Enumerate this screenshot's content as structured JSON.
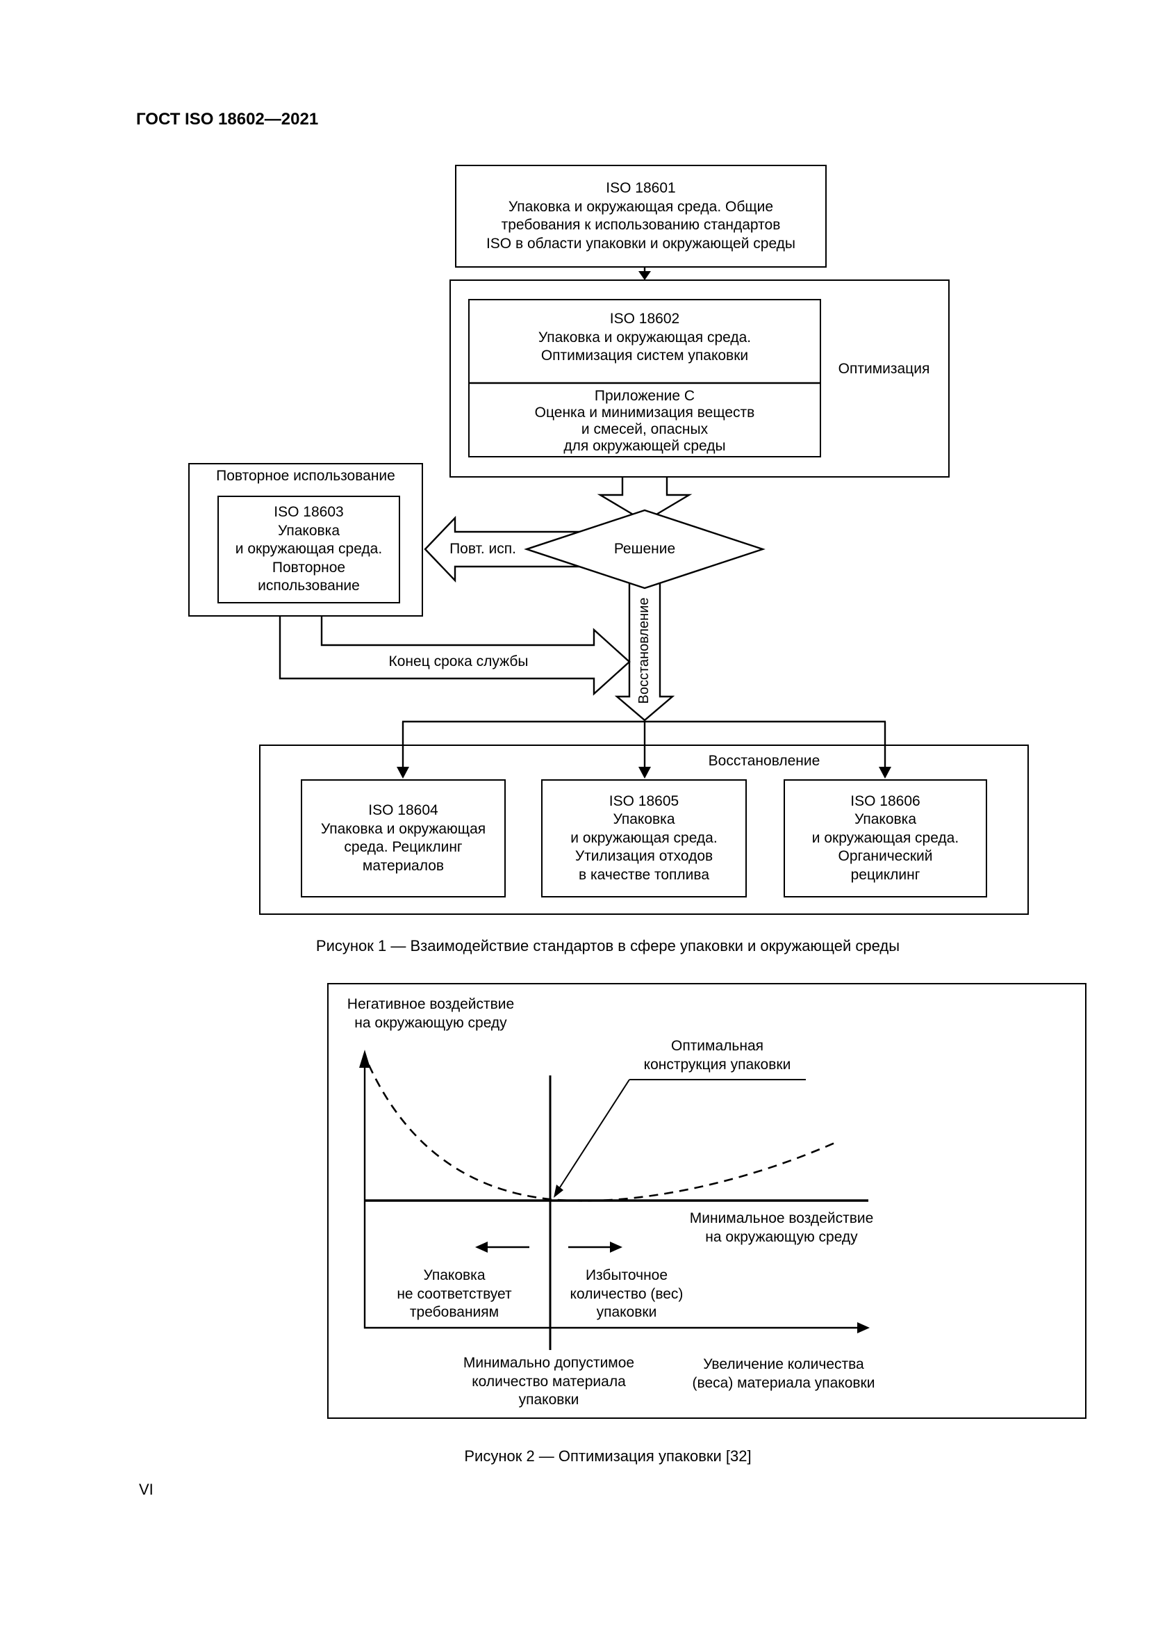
{
  "page": {
    "header": "ГОСТ ISO 18602—2021",
    "page_number": "VI"
  },
  "figure1": {
    "caption": "Рисунок 1 — Взаимодействие стандартов в сфере упаковки и окружающей среды",
    "iso18601": "ISO 18601\nУпаковка и окружающая среда. Общие\nтребования к использованию стандартов\nISO в области упаковки и окружающей среды",
    "optimization_label": "Оптимизация",
    "iso18602": "ISO 18602\nУпаковка и окружающая среда.\nОптимизация систем упаковки",
    "annex_c": "Приложение С\nОценка и минимизация веществ\nи смесей, опасных\nдля окружающей среды",
    "decision": "Решение",
    "reuse_arrow": "Повт. исп.",
    "reuse_group": "Повторное использование",
    "iso18603": "ISO 18603\nУпаковка\nи окружающая среда.\nПовторное\nиспользование",
    "end_of_life": "Конец срока службы",
    "recovery_arrow": "Восстановление",
    "recovery_group": "Восстановление",
    "iso18604": "ISO 18604\nУпаковка и окружающая\nсреда. Рециклинг\nматериалов",
    "iso18605": "ISO 18605\nУпаковка\nи окружающая среда.\nУтилизация отходов\nв качестве топлива",
    "iso18606": "ISO 18606\nУпаковка\nи окружающая среда.\nОрганический\nрециклинг"
  },
  "figure2": {
    "caption": "Рисунок 2 — Оптимизация упаковки [32]",
    "y_axis_label": "Негативное воздействие\nна окружающую среду",
    "optimal_label": "Оптимальная\nконструкция упаковки",
    "min_impact_label": "Минимальное воздействие\nна окружающую среду",
    "left_zone_label": "Упаковка\nне соответствует\nтребованиям",
    "right_zone_label": "Избыточное\nколичество (вес)\nупаковки",
    "x_min_label": "Минимально допустимое\nколичество материала\nупаковки",
    "x_axis_label": "Увеличение количества\n(веса) материала упаковки"
  }
}
